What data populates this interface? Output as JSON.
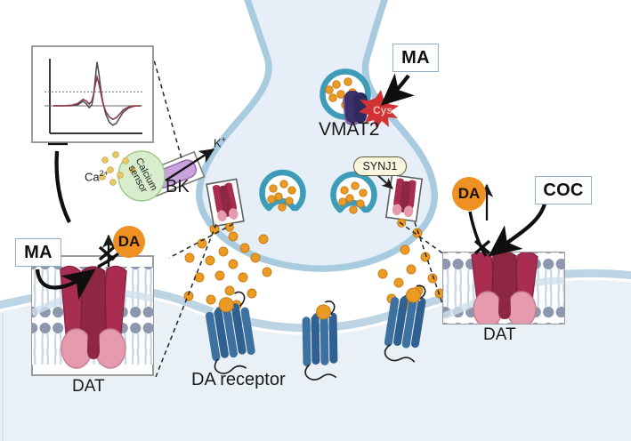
{
  "figure": {
    "title": "Dopaminergic synapse: psychostimulant actions on DAT and VMAT2",
    "background_color": "#ffffff"
  },
  "colors": {
    "presynaptic_fill": "#e6eff7",
    "presynaptic_stroke": "#a8cbdf",
    "postsynaptic_fill": "#e9f0f6",
    "postsynaptic_membrane": "#bcd4e4",
    "vesicle_stroke": "#3e9cb9",
    "dopamine_dot": "#eb9b23",
    "calcium_dot": "#e7c86a",
    "dat_body": "#a82d50",
    "dat_lobe": "#e59aad",
    "receptor_blue": "#3d72a0",
    "vmat2_purple": "#3c3168",
    "cys_red": "#cf3333",
    "bk_purple": "#c9a3dc",
    "calcium_sensor_green": "#d8edcd",
    "label_box_border": "#93aec9",
    "synj1_fill": "#fbf6e0",
    "da_orange": "#ef9023",
    "membrane_head": "#8d97ae"
  },
  "labels": {
    "vmat2": "VMAT2",
    "cys": "Cys",
    "bk": "BK",
    "potassium": "K",
    "potassium_charge": "+",
    "calcium": "Ca",
    "calcium_charge": "2+",
    "calcium_sensor": "Calcium sensor",
    "synj1": "SYNJ1",
    "da_circle_left": "DA",
    "da_circle_right": "DA",
    "dat_left": "DAT",
    "dat_right": "DAT",
    "da_receptor": "DA receptor",
    "ma_top": "MA",
    "ma_left": "MA",
    "coc": "COC"
  },
  "chart_data": {
    "type": "line",
    "title": "",
    "xlabel": "",
    "ylabel": "",
    "grid": false,
    "legend": "none",
    "threshold_line_y": 0.3,
    "axis_zero_y": 0.0,
    "series": [
      {
        "name": "trace-gray",
        "color": "#4c4a52",
        "x": [
          0.0,
          0.1,
          0.2,
          0.28,
          0.34,
          0.38,
          0.41,
          0.44,
          0.46,
          0.48,
          0.5,
          0.52,
          0.545,
          0.57,
          0.6,
          0.64,
          0.68,
          0.72,
          0.76,
          0.8,
          0.86,
          0.92,
          1.0
        ],
        "y": [
          0.0,
          0.0,
          0.0,
          0.02,
          0.1,
          0.04,
          -0.04,
          0.02,
          0.2,
          0.58,
          0.95,
          0.72,
          0.34,
          0.05,
          -0.18,
          -0.35,
          -0.42,
          -0.38,
          -0.26,
          -0.14,
          -0.05,
          -0.01,
          0.0
        ]
      },
      {
        "name": "trace-red",
        "color": "#8e3b45",
        "x": [
          0.0,
          0.1,
          0.2,
          0.28,
          0.34,
          0.38,
          0.41,
          0.44,
          0.46,
          0.48,
          0.5,
          0.52,
          0.545,
          0.57,
          0.6,
          0.64,
          0.68,
          0.72,
          0.76,
          0.8,
          0.86,
          0.92,
          1.0
        ],
        "y": [
          0.0,
          0.0,
          0.01,
          0.05,
          0.14,
          0.1,
          0.04,
          0.1,
          0.24,
          0.45,
          0.62,
          0.5,
          0.26,
          0.04,
          -0.12,
          -0.24,
          -0.29,
          -0.26,
          -0.18,
          -0.09,
          -0.03,
          0.0,
          0.0
        ]
      }
    ]
  },
  "elements": {
    "vesicles_free_count": 0,
    "fusing_vesicles_count": 2,
    "da_receptors_count": 3,
    "dat_insets_count": 2,
    "dat_large_count": 2
  }
}
